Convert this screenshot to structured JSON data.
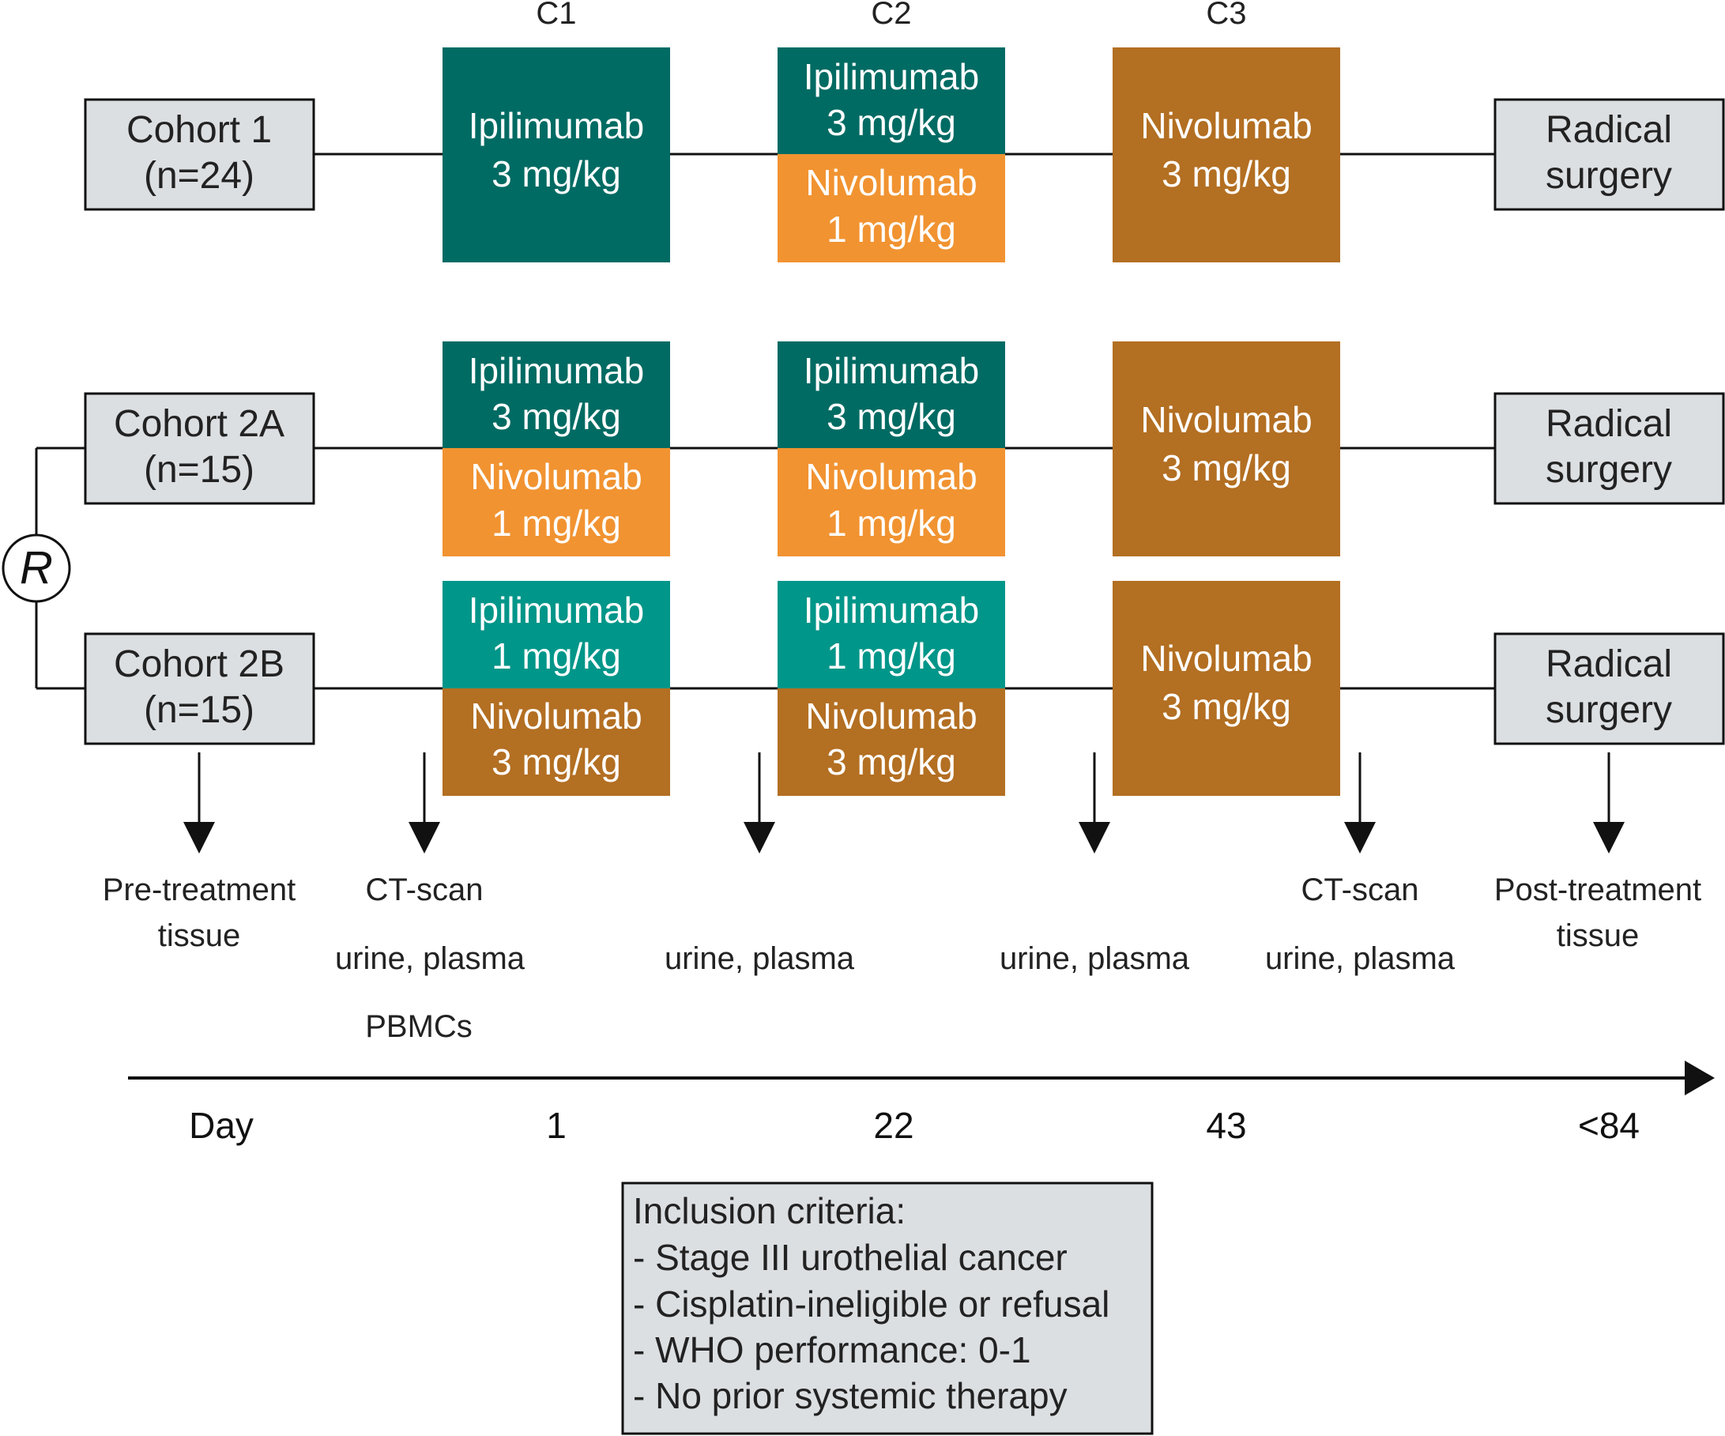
{
  "cycles": [
    "C1",
    "C2",
    "C3"
  ],
  "cohorts": [
    {
      "label": "Cohort 1",
      "n": "(n=24)"
    },
    {
      "label": "Cohort 2A",
      "n": "(n=15)"
    },
    {
      "label": "Cohort 2B",
      "n": "(n=15)"
    }
  ],
  "randomization_symbol": "R",
  "surgery": {
    "line1": "Radical",
    "line2": "surgery"
  },
  "drugs": {
    "ipi3": {
      "name": "Ipilimumab",
      "dose": "3 mg/kg"
    },
    "ipi1": {
      "name": "Ipilimumab",
      "dose": "1 mg/kg"
    },
    "nivo1": {
      "name": "Nivolumab",
      "dose": "1 mg/kg"
    },
    "nivo3": {
      "name": "Nivolumab",
      "dose": "3 mg/kg"
    }
  },
  "colors": {
    "ipi3": "#006b63",
    "ipi1": "#009689",
    "nivo1": "#f19331",
    "nivo3": "#b36f22",
    "grey_box": "#dcdfe2",
    "line": "#111111"
  },
  "samples": {
    "pre_treatment": {
      "line1": "Pre-treatment",
      "line2": "tissue"
    },
    "ct_scan": "CT-scan",
    "urine_plasma": "urine, plasma",
    "pbmcs": "PBMCs",
    "post_treatment": {
      "line1": "Post-treatment",
      "line2": "tissue"
    }
  },
  "timeline": {
    "label": "Day",
    "ticks": [
      "1",
      "22",
      "43",
      "<84"
    ]
  },
  "criteria": {
    "title": "Inclusion criteria:",
    "items": [
      "- Stage III urothelial cancer",
      "- Cisplatin-ineligible or refusal",
      "- WHO performance: 0-1",
      "- No prior systemic therapy"
    ]
  }
}
